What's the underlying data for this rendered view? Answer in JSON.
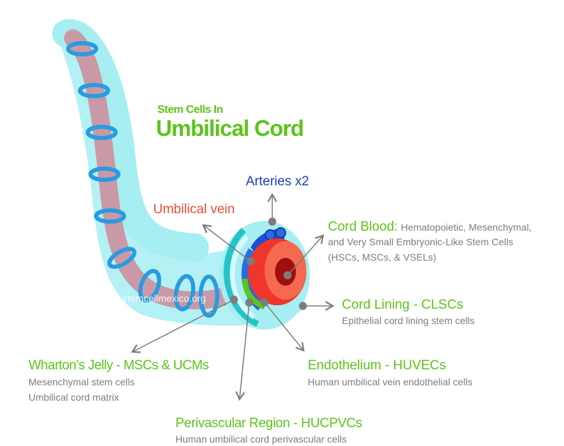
{
  "title": {
    "line1": "Stem Cells In",
    "line2": "Umbilical Cord"
  },
  "watermark": "stemcellmexico.org",
  "labels": {
    "arteries": "Arteries x2",
    "vein": "Umbilical vein",
    "cord_blood": {
      "heading": "Cord Blood:",
      "desc_line1": "Hematopoietic, Mesenchymal,",
      "desc_line2": "and Very Small Embryonic-Like Stem Cells",
      "desc_line3": "(HSCs, MSCs, & VSELs)"
    },
    "cord_lining": {
      "heading": "Cord Lining - CLSCs",
      "desc": "Epithelial cord lining stem cells"
    },
    "whartons": {
      "heading": "Wharton’s Jelly - MSCs & UCMs",
      "desc_line1": "Mesenchymal stem cells",
      "desc_line2": "Umbilical cord matrix"
    },
    "endothelium": {
      "heading": "Endothelium - HUVECs",
      "desc": "Human umbilical vein endothelial cells"
    },
    "perivascular": {
      "heading": "Perivascular Region - HUCPVCs",
      "desc": "Human umbilical cord perivascular cells"
    }
  },
  "colors": {
    "green": "#5cc41a",
    "blue": "#1a3fbf",
    "red": "#f04a3a",
    "cyan": "#9ee7ee",
    "teal": "#25c3c8",
    "gray": "#7d7d7d"
  }
}
